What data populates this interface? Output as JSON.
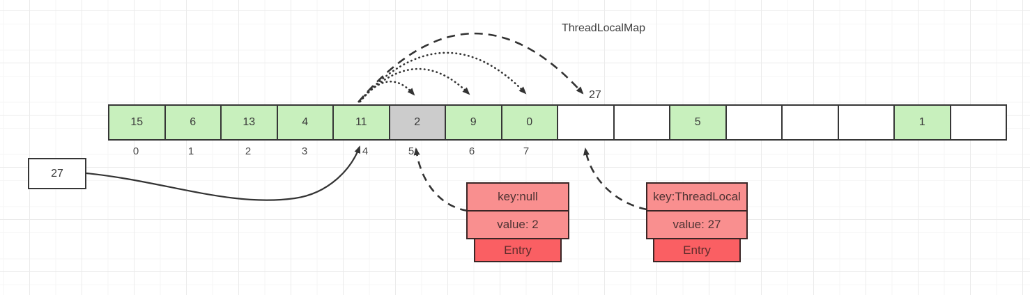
{
  "title": "ThreadLocalMap",
  "array": {
    "cells": [
      {
        "value": "15",
        "state": "green"
      },
      {
        "value": "6",
        "state": "green"
      },
      {
        "value": "13",
        "state": "green"
      },
      {
        "value": "4",
        "state": "green"
      },
      {
        "value": "11",
        "state": "green"
      },
      {
        "value": "2",
        "state": "gray"
      },
      {
        "value": "9",
        "state": "green"
      },
      {
        "value": "0",
        "state": "green"
      },
      {
        "value": "",
        "state": "empty"
      },
      {
        "value": "",
        "state": "empty"
      },
      {
        "value": "5",
        "state": "green"
      },
      {
        "value": "",
        "state": "empty"
      },
      {
        "value": "",
        "state": "empty"
      },
      {
        "value": "",
        "state": "empty"
      },
      {
        "value": "1",
        "state": "green"
      },
      {
        "value": "",
        "state": "empty"
      }
    ],
    "index_labels": [
      "0",
      "1",
      "2",
      "3",
      "4",
      "5",
      "6",
      "7"
    ]
  },
  "incoming_value_box": {
    "label": "27"
  },
  "probe_target_label": "27",
  "entries": [
    {
      "key": "key:null",
      "value": "value: 2",
      "footer": "Entry"
    },
    {
      "key": "key:ThreadLocal",
      "value": "value: 27",
      "footer": "Entry"
    }
  ],
  "colors": {
    "green_cell": "#c8f0bd",
    "gray_cell": "#cccccc",
    "entry_salmon": "#f98f8f",
    "entry_red": "#fa5f63",
    "line": "#333333"
  }
}
